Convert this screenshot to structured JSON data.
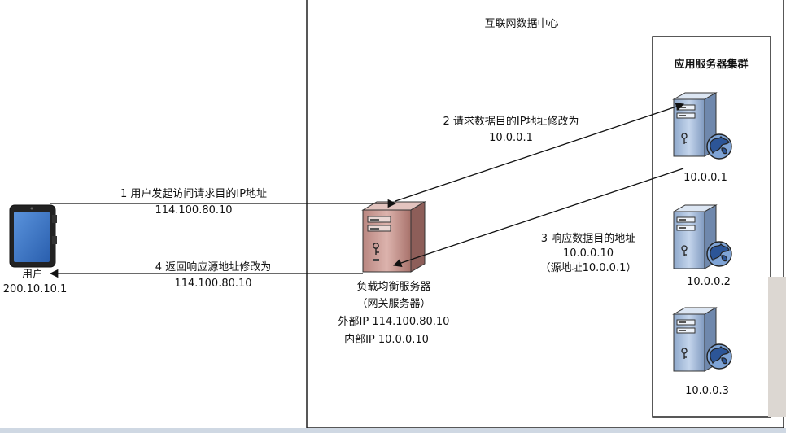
{
  "datacenter": {
    "title": "互联网数据中心"
  },
  "cluster": {
    "title": "应用服务器集群"
  },
  "user": {
    "label": "用户",
    "ip": "200.10.10.1"
  },
  "load_balancer": {
    "name": "负载均衡服务器",
    "role": "（网关服务器）",
    "external_ip": "外部IP 114.100.80.10",
    "internal_ip": "内部IP 10.0.0.10"
  },
  "servers": [
    {
      "ip": "10.0.0.1"
    },
    {
      "ip": "10.0.0.2"
    },
    {
      "ip": "10.0.0.3"
    }
  ],
  "steps": {
    "step1": {
      "line1": "1 用户发起访问请求目的IP地址",
      "line2": "114.100.80.10"
    },
    "step2": {
      "line1": "2 请求数据目的IP地址修改为",
      "line2": "10.0.0.1"
    },
    "step3": {
      "line1": "3 响应数据目的地址",
      "line2": "10.0.0.10",
      "line3": "（源地址10.0.0.1）"
    },
    "step4": {
      "line1": "4 返回响应源地址修改为",
      "line2": "114.100.80.10"
    }
  },
  "colors": {
    "lb_body": "#c99a94",
    "server_body": "#a9bfdc",
    "phone_screen": "#3d78c9",
    "line": "#111111"
  }
}
